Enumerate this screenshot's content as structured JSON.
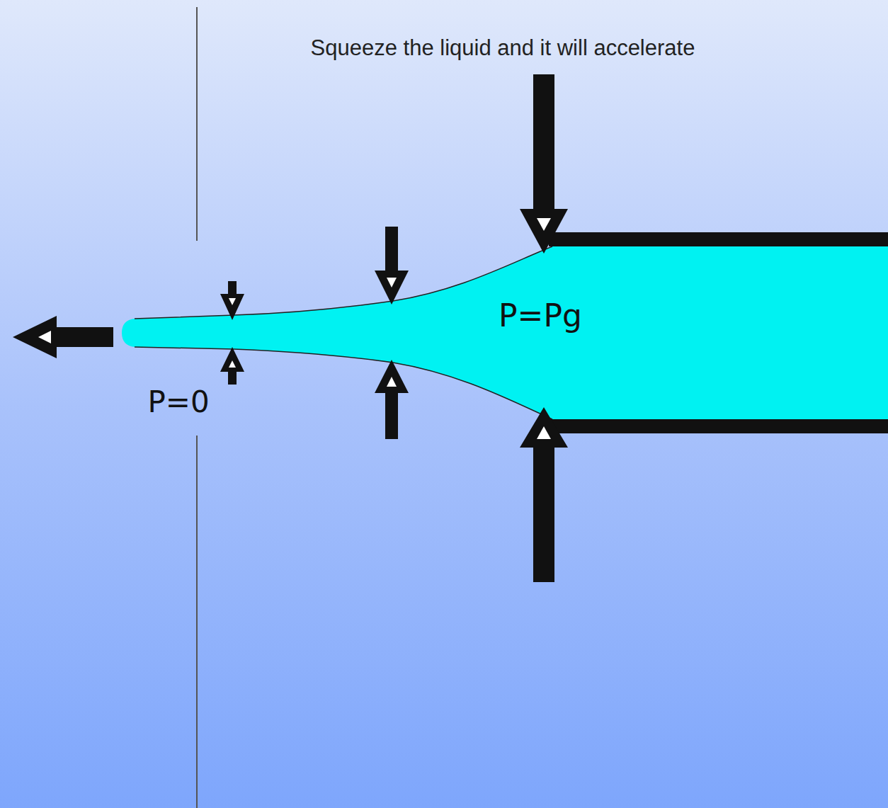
{
  "diagram": {
    "title": "Squeeze the liquid and it will accelerate",
    "labels": [
      "P=Pg",
      "P=0"
    ]
  }
}
